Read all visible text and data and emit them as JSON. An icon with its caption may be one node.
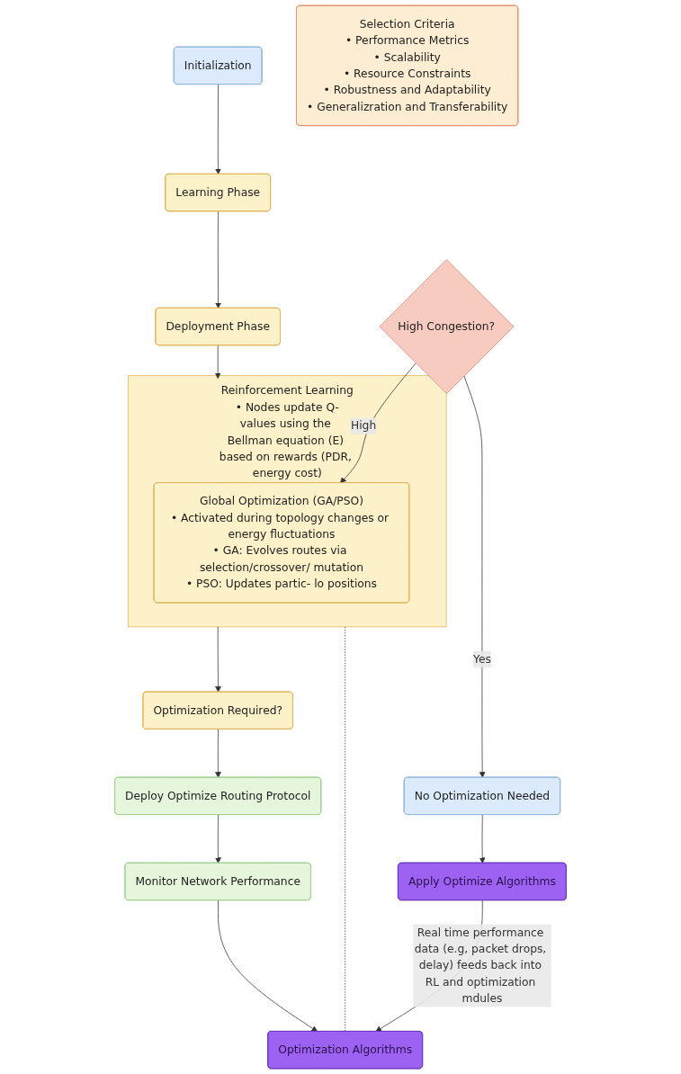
{
  "diagram": {
    "nodes": [
      {
        "text": [
          "Initialization"
        ]
      },
      {
        "text": [
          "Selection Criteria",
          "• Performance Metrics",
          "• Scalability",
          "• Resource Constraints",
          "• Robustness and Adaptability",
          "• Generalizration and Transferability"
        ]
      },
      {
        "text": [
          "Learning Phase"
        ]
      },
      {
        "text": [
          "Deployment Phase"
        ]
      },
      {
        "text": [
          "Reinforcement Learning",
          "• Nodes update Q-values using the Bellman equation (E) based on rewards (PDR, energy cost)"
        ]
      },
      {
        "text": [
          "Global Optimization (GA/PSO)",
          "• Activated during topology changes or energy fluctuations",
          "• GA: Evolves routes via selection/crossover/ mutation",
          "• PSO: Updates partic- lo positions"
        ],
        "in": 4
      },
      {
        "text": [
          "High Congestion?"
        ]
      },
      {
        "text": [
          "Optimization Required?"
        ]
      },
      {
        "text": [
          "Deploy Optimize Routing Protocol"
        ]
      },
      {
        "text": [
          "Monitor Network Performance"
        ]
      },
      {
        "text": [
          "No Optimization Needed"
        ]
      },
      {
        "text": [
          "Apply Optimize Algorithms"
        ]
      },
      {
        "text": [
          "Optimization Algorithms"
        ]
      }
    ],
    "edges": [
      {
        "from": 0,
        "to": 2,
        "arrow": "to"
      },
      {
        "from": 2,
        "to": 3,
        "arrow": "to"
      },
      {
        "from": 3,
        "to": 4,
        "arrow": "to"
      },
      {
        "from": 6,
        "to": 5,
        "arrow": "to",
        "label": "High"
      },
      {
        "from": 6,
        "to": 10,
        "arrow": "to",
        "label": "Yes"
      },
      {
        "from": 4,
        "to": 7,
        "arrow": "to"
      },
      {
        "from": 7,
        "to": 8,
        "arrow": "to"
      },
      {
        "from": 8,
        "to": 9,
        "arrow": "to"
      },
      {
        "from": 9,
        "to": 12,
        "arrow": "to"
      },
      {
        "from": 10,
        "to": 11,
        "arrow": "to"
      },
      {
        "from": 11,
        "to": 12,
        "arrow": "to",
        "label": "Real time performance data (e.g, packet drops, delay) feeds back into RL and optimization mdules"
      },
      {
        "from": 12,
        "to": 4,
        "arrow": "none",
        "style": "dashed"
      }
    ]
  }
}
